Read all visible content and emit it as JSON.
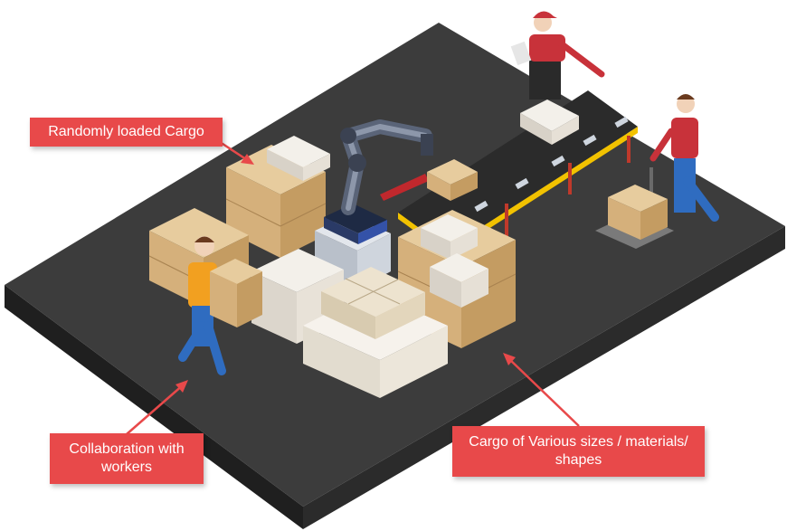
{
  "callouts": {
    "randomly_loaded": "Randomly loaded Cargo",
    "collaboration": "Collaboration with workers",
    "various": "Cargo of Various sizes / materials/ shapes"
  },
  "colors": {
    "floor_top": "#3a3a3a",
    "floor_side": "#262626",
    "callout": "#e8494a",
    "cardboard": "#d9b98a",
    "cardboard_dark": "#b8935e",
    "conveyor": "#2c2c2c",
    "conveyor_rail": "#f2c200",
    "robot_arm": "#5a6478",
    "worker_shirt": "#c8323a",
    "worker_pants": "#2f6cc0",
    "worker_vest": "#f2a020"
  },
  "icons": {
    "robot": "robot-arm-icon",
    "conveyor": "conveyor-belt-icon",
    "supervisor": "supervisor-icon",
    "worker_carry": "worker-carrying-box-icon",
    "worker_cart": "worker-pushing-cart-icon"
  }
}
